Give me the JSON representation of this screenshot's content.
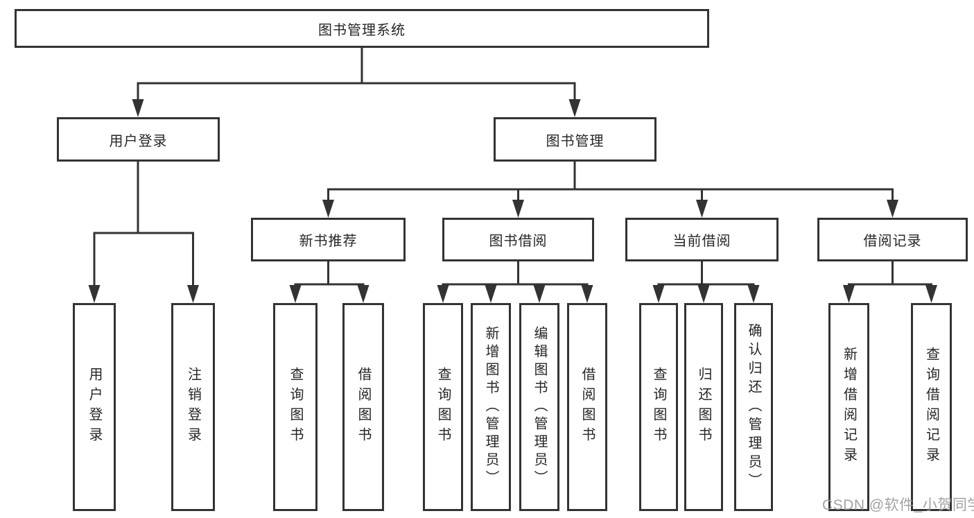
{
  "diagram": {
    "type": "tree",
    "tree": {
      "label": "图书管理系统",
      "children": [
        {
          "label": "用户登录",
          "children": [
            {
              "label": "用户登录"
            },
            {
              "label": "注销登录"
            }
          ]
        },
        {
          "label": "图书管理",
          "children": [
            {
              "label": "新书推荐",
              "children": [
                {
                  "label": "查询图书"
                },
                {
                  "label": "借阅图书"
                }
              ]
            },
            {
              "label": "图书借阅",
              "children": [
                {
                  "label": "查询图书"
                },
                {
                  "label": "新增图书（管理员）"
                },
                {
                  "label": "编辑图书（管理员）"
                },
                {
                  "label": "借阅图书"
                }
              ]
            },
            {
              "label": "当前借阅",
              "children": [
                {
                  "label": "查询图书"
                },
                {
                  "label": "归还图书"
                },
                {
                  "label": "确认归还（管理员）"
                }
              ]
            },
            {
              "label": "借阅记录",
              "children": [
                {
                  "label": "新增借阅记录"
                },
                {
                  "label": "查询借阅记录"
                }
              ]
            }
          ]
        }
      ]
    }
  },
  "watermark": {
    "text": "CSDN @软件_小贺同学"
  },
  "colors": {
    "line": "#333333",
    "box_border": "#333333",
    "text": "#262626",
    "watermark": "#98989c",
    "background": "#ffffff"
  }
}
